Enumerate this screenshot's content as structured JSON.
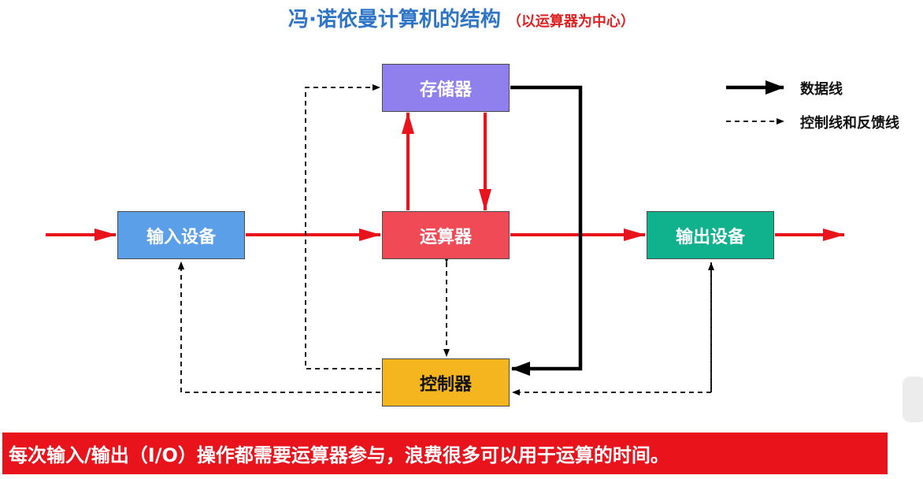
{
  "title": {
    "main": "冯·诺依曼计算机的结构",
    "sub": "（以运算器为中心）"
  },
  "nodes": {
    "memory": {
      "label": "存储器",
      "color": "#9080ee"
    },
    "alu": {
      "label": "运算器",
      "color": "#ef4a55"
    },
    "input": {
      "label": "输入设备",
      "color": "#5a9fe8"
    },
    "output": {
      "label": "输出设备",
      "color": "#10b28e"
    },
    "control": {
      "label": "控制器",
      "color": "#f4b51e"
    }
  },
  "legend": {
    "data_line": "数据线",
    "control_line": "控制线和反馈线"
  },
  "colors": {
    "data_arrow": "#e8131b",
    "memory_bus": "#000000",
    "control_arrow": "#000000"
  },
  "banner": {
    "text": "每次输入/输出（I/O）操作都需要运算器参与，浪费很多可以用于运算的时间。",
    "color": "#e8131b"
  }
}
